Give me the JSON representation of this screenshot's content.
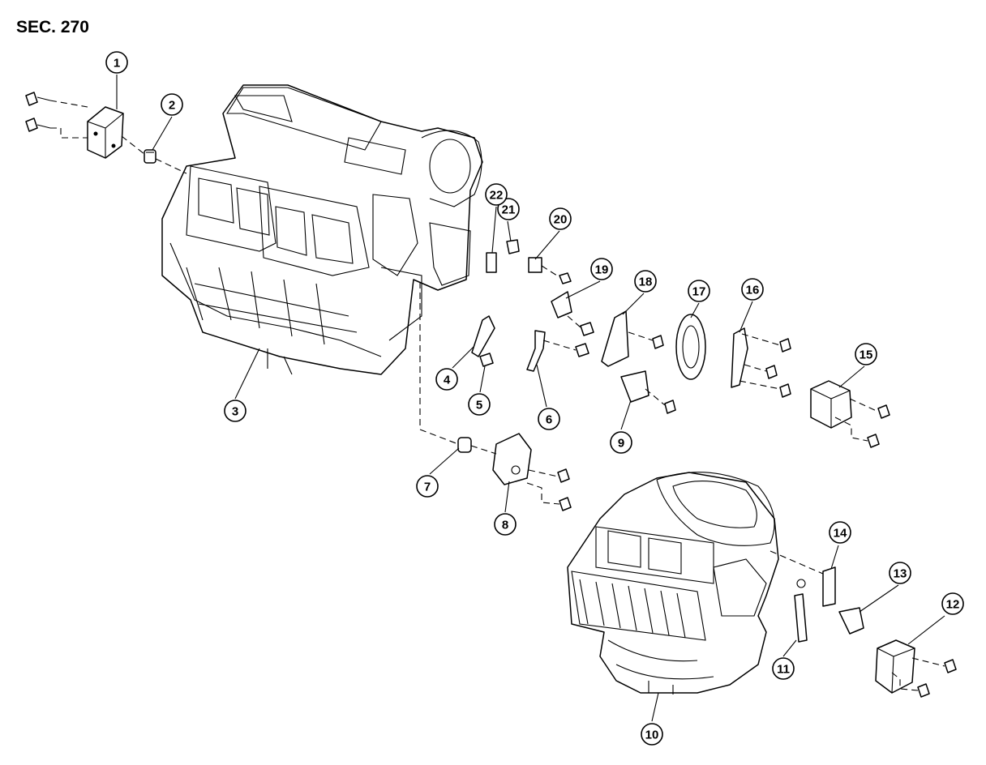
{
  "section_label": "SEC. 270",
  "callouts": [
    "1",
    "2",
    "3",
    "4",
    "5",
    "6",
    "7",
    "8",
    "9",
    "10",
    "11",
    "12",
    "13",
    "14",
    "15",
    "16",
    "17",
    "18",
    "19",
    "20",
    "21",
    "22"
  ]
}
